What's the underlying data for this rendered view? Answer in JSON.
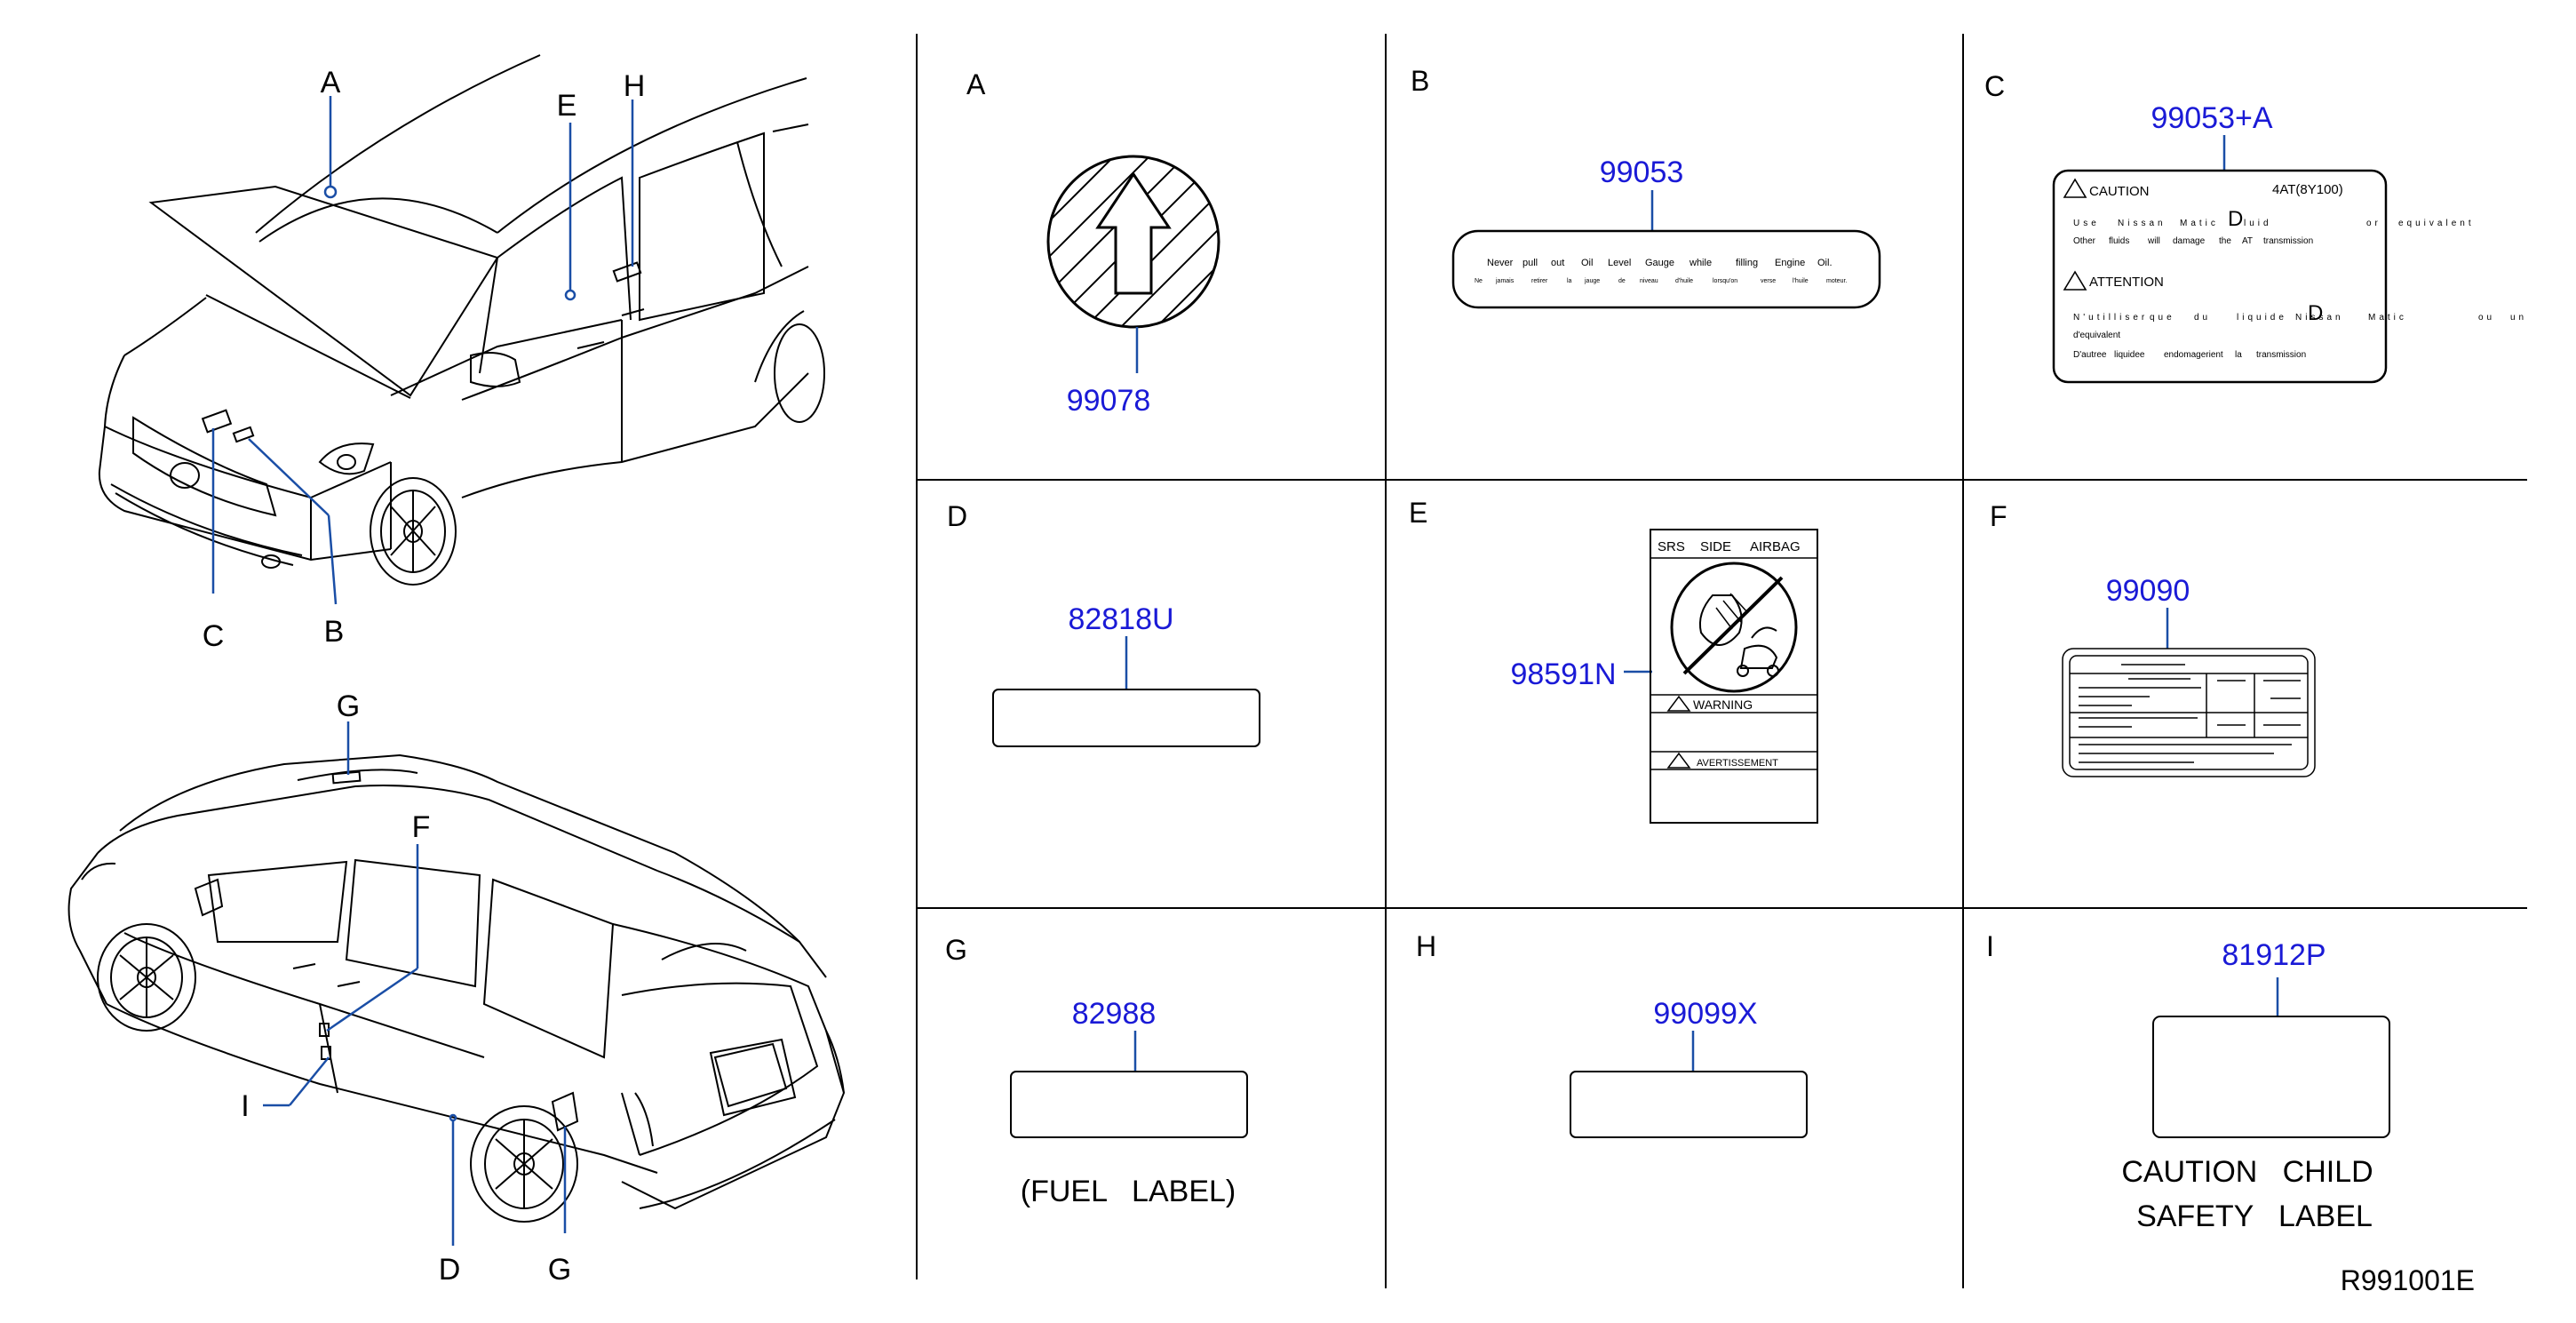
{
  "diagram_id": "R991001E",
  "callouts": {
    "upper": [
      "A",
      "E",
      "H",
      "C",
      "B"
    ],
    "lower": [
      "G",
      "F",
      "I",
      "D",
      "G"
    ]
  },
  "cells": [
    {
      "letter": "A",
      "part": "99078"
    },
    {
      "letter": "B",
      "part": "99053",
      "label_row1": [
        "Never",
        "pull",
        "out",
        "Oil",
        "Level",
        "Gauge",
        "while",
        "filling",
        "Engine",
        "Oil."
      ],
      "label_row2": [
        "Ne",
        "jamais",
        "retirer",
        "la",
        "jauge",
        "de",
        "niveau",
        "d'huile",
        "lorsqu'on",
        "verse",
        "l'huile",
        "moteur."
      ]
    },
    {
      "letter": "C",
      "part": "99053+A",
      "caution": "CAUTION",
      "model": "4AT(8Y100)",
      "caution_row1": [
        "Use",
        "Nissan",
        "Matic",
        "D",
        "luid",
        "or",
        "equivalent"
      ],
      "caution_row2": [
        "Other",
        "fluids",
        "will",
        "damage",
        "the",
        "AT",
        "transmission"
      ],
      "attention": "ATTENTION",
      "attention_row1": [
        "N'utilliser",
        "que",
        "du",
        "liquide",
        "Nissan",
        "Matic",
        "D",
        "ou",
        "un"
      ],
      "attention_row2": "d'equivalent",
      "attention_row3": [
        "D'autree",
        "liquidee",
        "endomagerient",
        "la",
        "transmission"
      ]
    },
    {
      "letter": "D",
      "part": "82818U"
    },
    {
      "letter": "E",
      "part": "98591N",
      "header": [
        "SRS",
        "SIDE",
        "AIRBAG"
      ],
      "warning": "WARNING",
      "avert": "AVERTISSEMENT"
    },
    {
      "letter": "F",
      "part": "99090"
    },
    {
      "letter": "G",
      "part": "82988",
      "caption": "(FUEL   LABEL)"
    },
    {
      "letter": "H",
      "part": "99099X"
    },
    {
      "letter": "I",
      "part": "81912P",
      "caption1": "CAUTION   CHILD",
      "caption2": "SAFETY   LABEL"
    }
  ]
}
